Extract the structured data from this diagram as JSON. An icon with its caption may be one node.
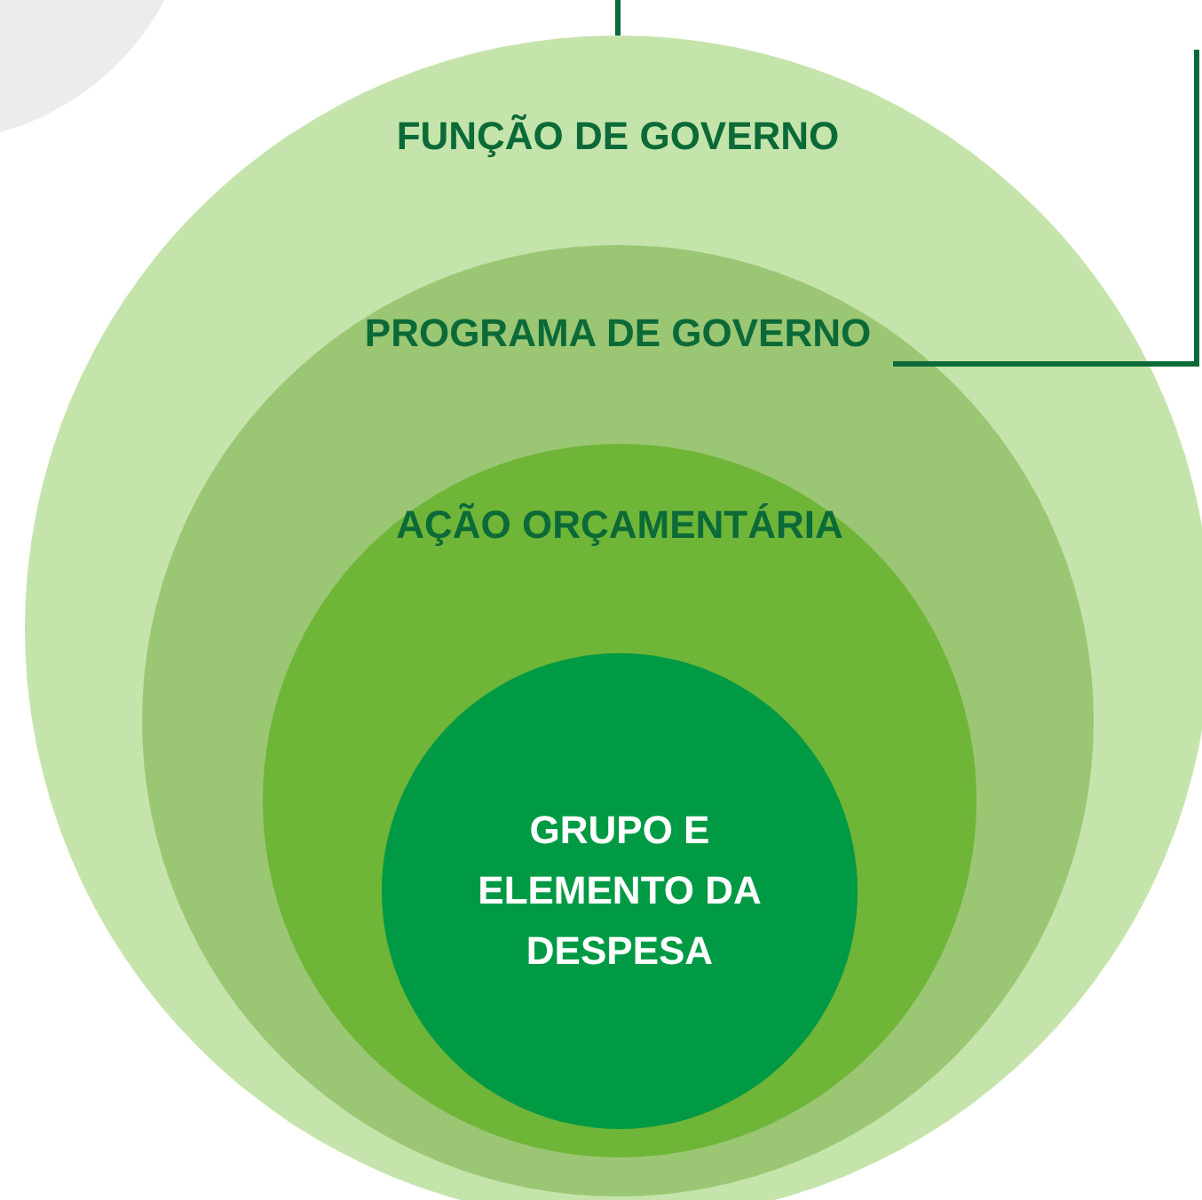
{
  "diagram": {
    "nodes": [
      {
        "text": [
          "FUNÇÃO DE GOVERNO"
        ]
      },
      {
        "text": [
          "PROGRAMA DE GOVERNO"
        ],
        "in": 0
      },
      {
        "text": [
          "AÇÃO ORÇAMENTÁRIA"
        ],
        "in": 1
      },
      {
        "text": [
          "GRUPO E ELEMENTO DA DESPESA"
        ],
        "in": 2
      }
    ],
    "edges": [
      {
        "from": null,
        "to": 0,
        "arrow": "none"
      },
      {
        "from": 1,
        "to": null,
        "arrow": "none"
      }
    ]
  }
}
